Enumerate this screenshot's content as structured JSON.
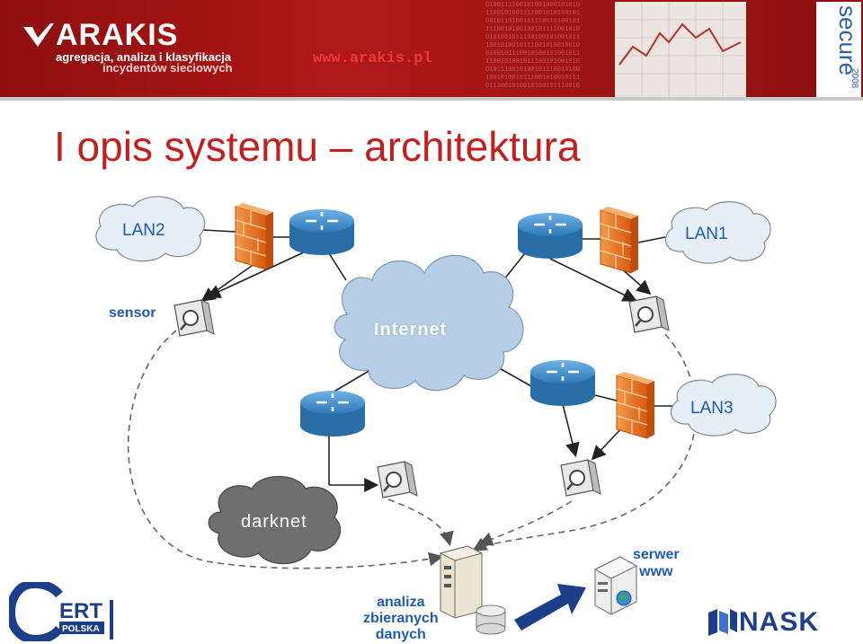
{
  "header": {
    "brand": "ARAKIS",
    "tagline_1": "agregacja, analiza i klasyfikacja",
    "tagline_2": "incydentów sieciowych",
    "url": "www.arakis.pl",
    "secure_text": "secure",
    "secure_year": "2008"
  },
  "title": "I opis systemu – architektura",
  "diagram": {
    "clouds": {
      "lan2": "LAN2",
      "lan1": "LAN1",
      "lan3": "LAN3",
      "internet": "Internet",
      "darknet": "darknet"
    },
    "sensor_label": "sensor",
    "server_label_1": "serwer",
    "server_label_2": "www",
    "analysis_label_1": "analiza",
    "analysis_label_2": "zbieranych",
    "analysis_label_3": "danych",
    "icons": [
      "router-icon",
      "firewall-icon",
      "sensor-icon",
      "server-icon",
      "database-icon",
      "cloud-icon"
    ]
  },
  "footer": {
    "cert_text_1": "ERT",
    "cert_text_2": "POLSKA",
    "nask": "NASK"
  },
  "colors": {
    "header_red": "#a01515",
    "title_red": "#c31f1f",
    "label_blue": "#1f5bb5",
    "router_blue": "#3f8fca",
    "firewall_orange": "#e8731f",
    "cloud_blue": "#b7cfe6",
    "darknet_gray": "#6f6f6f",
    "arrow_navy": "#1d3f8a"
  }
}
